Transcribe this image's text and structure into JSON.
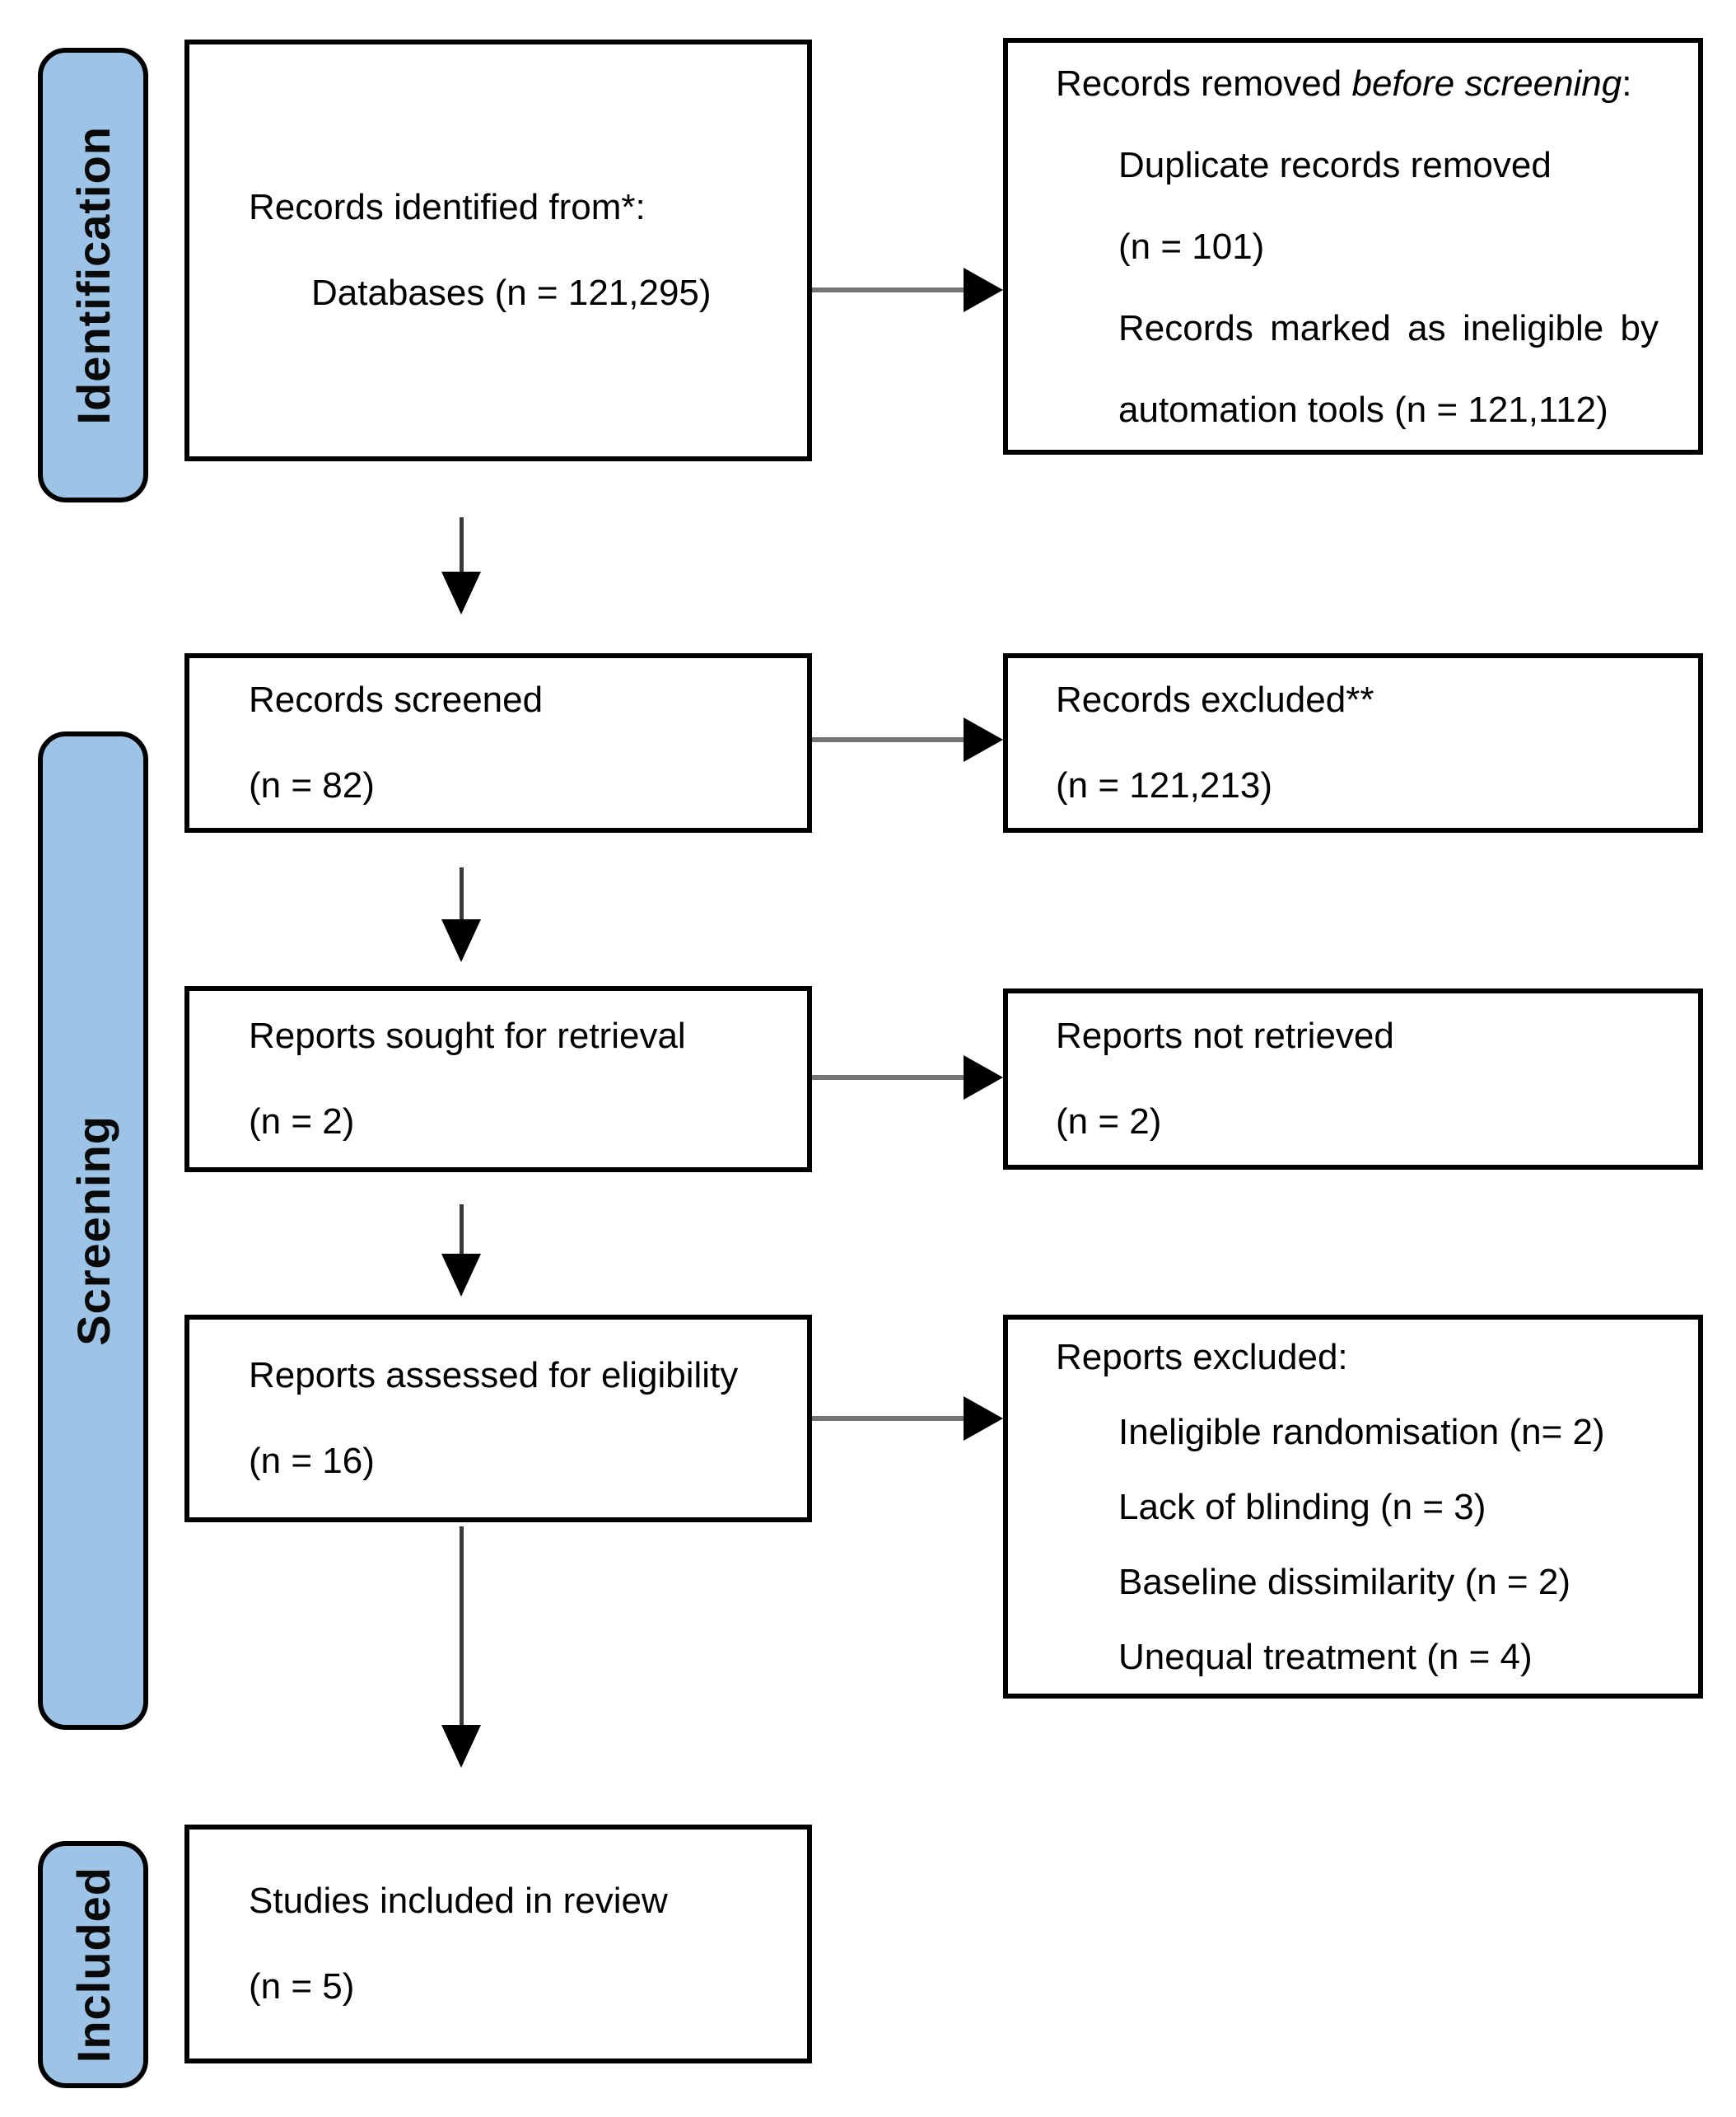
{
  "colors": {
    "stage_fill": "#9DC3E6",
    "box_border": "#000000",
    "connector_gray": "#757575",
    "arrowhead": "#000000"
  },
  "stages": {
    "identification": "Identification",
    "screening": "Screening",
    "included": "Included"
  },
  "boxes": {
    "identified": {
      "line1": "Records identified from*:",
      "line2": "Databases (n = 121,295)"
    },
    "removed": {
      "title_before": "Records removed ",
      "title_italic": "before screening",
      "title_after": ":",
      "item1_line1": "Duplicate records removed",
      "item1_line2": "(n = 101)",
      "item2_line1": "Records marked as ineligible by",
      "item2_line2": "automation tools (n = 121,112)"
    },
    "screened": {
      "line1": "Records screened",
      "line2": "(n = 82)"
    },
    "records_excluded": {
      "line1": "Records excluded**",
      "line2": "(n = 121,213)"
    },
    "sought": {
      "line1": "Reports sought for retrieval",
      "line2": "(n = 2)"
    },
    "not_retrieved": {
      "line1": "Reports not retrieved",
      "line2": "(n = 2)"
    },
    "assessed": {
      "line1": "Reports assessed for eligibility",
      "line2": "(n = 16)"
    },
    "reports_excluded": {
      "title": "Reports excluded:",
      "items": [
        "Ineligible randomisation (n= 2)",
        "Lack of blinding (n = 3)",
        "Baseline dissimilarity (n = 2)",
        "Unequal treatment (n = 4)"
      ]
    },
    "included_studies": {
      "line1": "Studies included in review",
      "line2": "(n = 5)"
    }
  }
}
